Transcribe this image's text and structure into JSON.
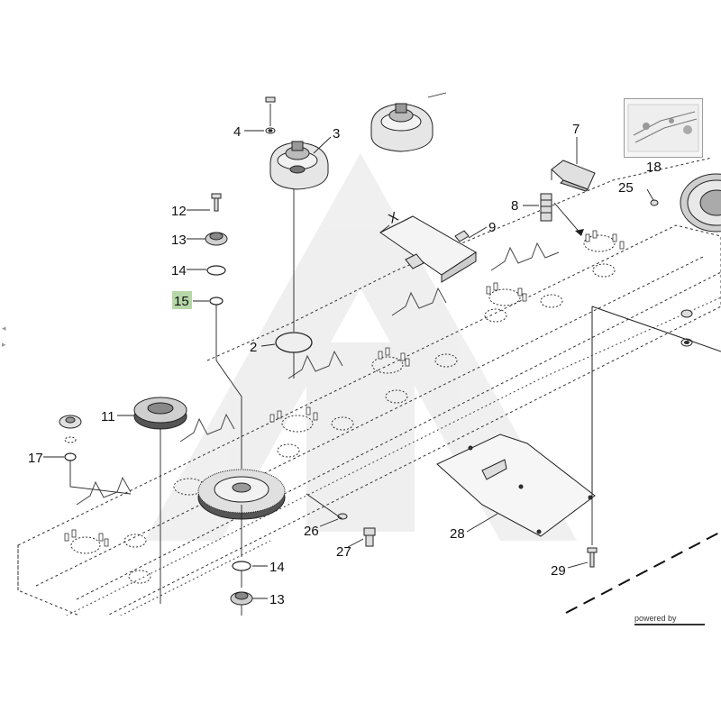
{
  "diagram": {
    "callouts": [
      {
        "id": "4",
        "label": "4"
      },
      {
        "id": "3",
        "label": "3"
      },
      {
        "id": "7",
        "label": "7"
      },
      {
        "id": "18",
        "label": "18"
      },
      {
        "id": "25",
        "label": "25"
      },
      {
        "id": "8",
        "label": "8"
      },
      {
        "id": "9",
        "label": "9"
      },
      {
        "id": "12",
        "label": "12"
      },
      {
        "id": "13a",
        "label": "13"
      },
      {
        "id": "14a",
        "label": "14"
      },
      {
        "id": "15",
        "label": "15",
        "highlighted": true
      },
      {
        "id": "2",
        "label": "2"
      },
      {
        "id": "11",
        "label": "11"
      },
      {
        "id": "17",
        "label": "17"
      },
      {
        "id": "26",
        "label": "26"
      },
      {
        "id": "27",
        "label": "27"
      },
      {
        "id": "28",
        "label": "28"
      },
      {
        "id": "29",
        "label": "29"
      },
      {
        "id": "14b",
        "label": "14"
      },
      {
        "id": "13b",
        "label": "13"
      }
    ],
    "dimension_label": "X",
    "highlight_color": "#b6d7a8"
  },
  "viewer": {
    "powered_by": "powered by",
    "nav_left_icon": "chevron-left-icon",
    "nav_right_icon": "chevron-right-icon"
  }
}
